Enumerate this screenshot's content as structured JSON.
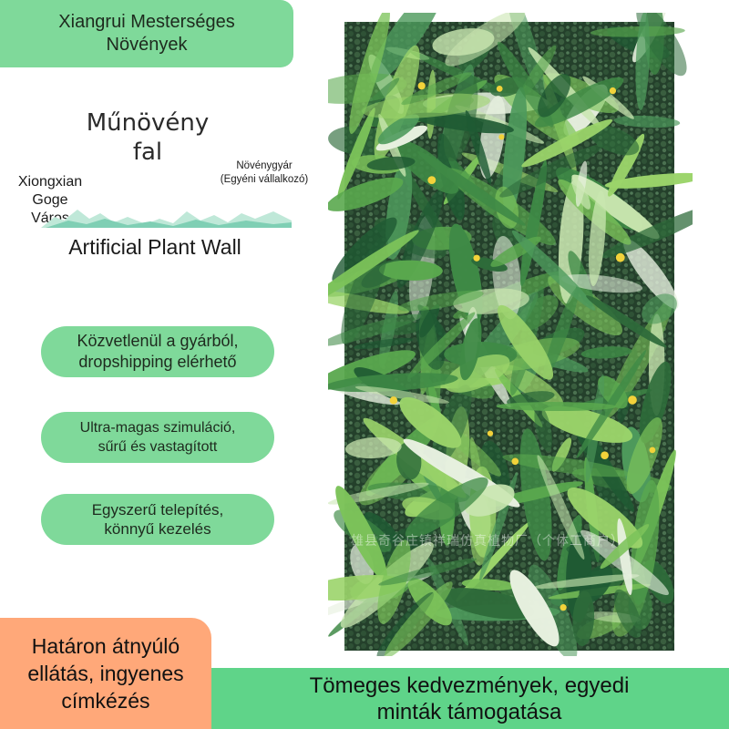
{
  "brand": {
    "line1": "Xiangrui Mesterséges",
    "line2": "Növények"
  },
  "title": {
    "line1": "Műnövény",
    "line2": "fal",
    "english": "Artificial Plant Wall"
  },
  "location": {
    "line1": "Xiongxian",
    "line2": "Goge",
    "line3": "Város"
  },
  "factory": {
    "line1": "Növénygyár",
    "line2": "(Egyéni vállalkozó)"
  },
  "features": [
    {
      "line1": "Közvetlenül a gyárból,",
      "line2": "dropshipping elérhető"
    },
    {
      "line1": "Ultra-magas szimuláció,",
      "line2": "sűrű és vastagított"
    },
    {
      "line1": "Egyszerű telepítés,",
      "line2": "könnyű kezelés"
    }
  ],
  "bottom": {
    "left": {
      "line1": "Határon átnyúló",
      "line2": "ellátás, ingyenes",
      "line3": "címkézés"
    },
    "right": {
      "line1": "Tömeges kedvezmények, egyedi",
      "line2": "minták támogatása"
    }
  },
  "watermark": "雄县奇谷庄镇祥瑞仿真植物厂（个体工商户）",
  "colors": {
    "banner_green": "#7fd99a",
    "bottom_green": "#5fd489",
    "bottom_orange": "#ffa879",
    "leaf_dark": "#1f3d27",
    "leaf_light": "#8fcf5a"
  },
  "icons": {
    "decoration": "mountain-silhouette",
    "photo": "plant-wall-photo"
  }
}
